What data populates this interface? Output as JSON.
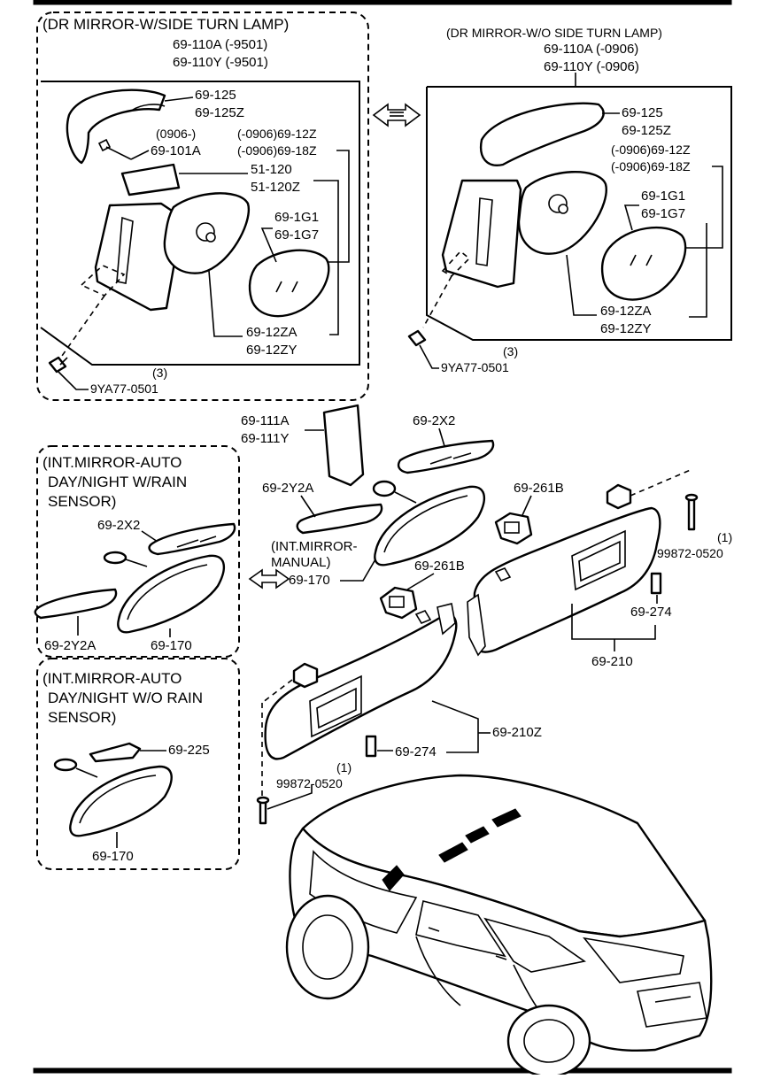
{
  "sections": {
    "dr_mirror_with_lamp": "(DR MIRROR-W/SIDE TURN LAMP)",
    "dr_mirror_without_lamp": "(DR MIRROR-W/O SIDE TURN LAMP)",
    "int_mirror_rain": [
      "(INT.MIRROR-AUTO",
      "DAY/NIGHT W/RAIN",
      "SENSOR)"
    ],
    "int_mirror_no_rain": [
      "(INT.MIRROR-AUTO",
      "DAY/NIGHT W/O RAIN",
      "SENSOR)"
    ],
    "int_mirror_manual": [
      "(INT.MIRROR-",
      "MANUAL)"
    ]
  },
  "labels": {
    "l_110a": "69-110A (-9501)",
    "l_110y": "69-110Y (-9501)",
    "l_125": "69-125",
    "l_125z": "69-125Z",
    "l_0906a": "(0906-)",
    "l_101a": "69-101A",
    "l_12z": "(-0906)69-12Z",
    "l_18z": "(-0906)69-18Z",
    "l_51120": "51-120",
    "l_51120z": "51-120Z",
    "l_1g1": "69-1G1",
    "l_1g7": "69-1G7",
    "l_12za": "69-12ZA",
    "l_12zy": "69-12ZY",
    "l_q3": "(3)",
    "l_9ya": "9YA77-0501",
    "r_110a": "69-110A (-0906)",
    "r_110y": "69-110Y (-0906)",
    "r_125": "69-125",
    "r_125z": "69-125Z",
    "r_12z": "(-0906)69-12Z",
    "r_18z": "(-0906)69-18Z",
    "r_1g1": "69-1G1",
    "r_1g7": "69-1G7",
    "r_12za": "69-12ZA",
    "r_12zy": "69-12ZY",
    "r_q3": "(3)",
    "r_9ya": "9YA77-0501",
    "c_111a": "69-111A",
    "c_111y": "69-111Y",
    "c_2x2": "69-2X2",
    "c_2y2a": "69-2Y2A",
    "c_261b_top": "69-261B",
    "c_q1_top": "(1)",
    "c_99872_top": "99872-0520",
    "c_170": "69-170",
    "c_261b_mid": "69-261B",
    "c_274_right": "69-274",
    "c_210": "69-210",
    "c_274_left": "69-274",
    "c_210z": "69-210Z",
    "c_q1_bot": "(1)",
    "c_99872_bot": "99872-0520",
    "rain_2x2": "69-2X2",
    "rain_2y2a": "69-2Y2A",
    "rain_170": "69-170",
    "norain_225": "69-225",
    "norain_170": "69-170"
  }
}
